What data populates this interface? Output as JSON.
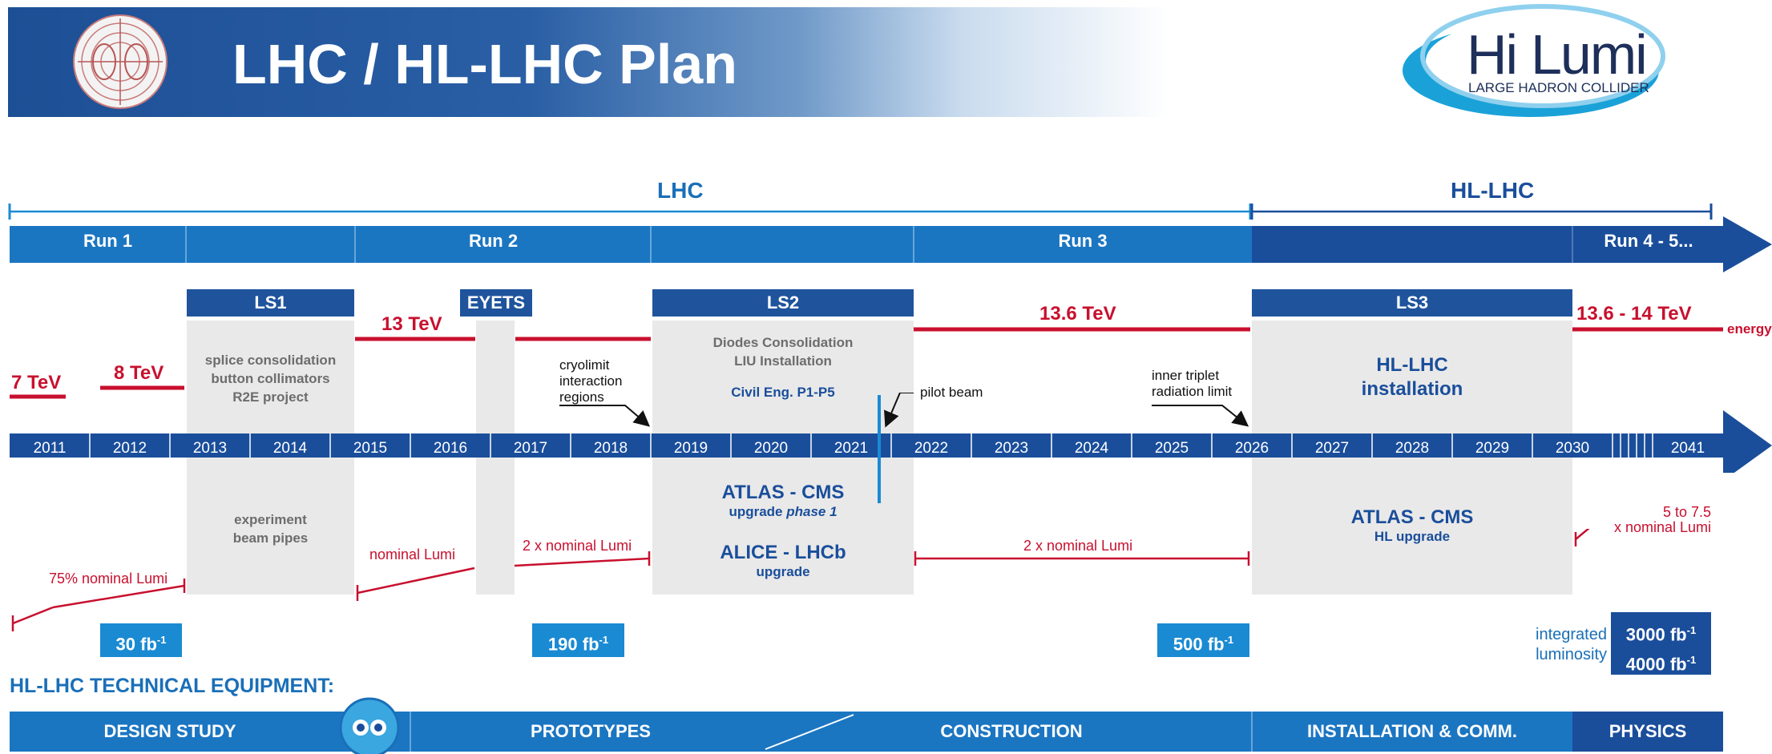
{
  "header": {
    "title": "LHC / HL-LHC Plan",
    "logo_text_top_left": "Hi",
    "logo_text_top_right": "Lumi",
    "logo_subtitle": "LARGE HADRON COLLIDER"
  },
  "phases": {
    "lhc": "LHC",
    "hl_lhc": "HL-LHC"
  },
  "runs": [
    "Run 1",
    "Run 2",
    "Run 3",
    "Run 4 - 5..."
  ],
  "shutdowns": {
    "ls1": "LS1",
    "eyets": "EYETS",
    "ls2": "LS2",
    "ls3": "LS3"
  },
  "years": [
    "2011",
    "2012",
    "2013",
    "2014",
    "2015",
    "2016",
    "2017",
    "2018",
    "2019",
    "2020",
    "2021",
    "2022",
    "2023",
    "2024",
    "2025",
    "2026",
    "2027",
    "2028",
    "2029",
    "2030",
    "2041"
  ],
  "energies": {
    "e1": "7 TeV",
    "e2": "8 TeV",
    "e3": "13 TeV",
    "e4": "13.6 TeV",
    "e5": "13.6 - 14 TeV",
    "label": "energy"
  },
  "ls1_notes": {
    "top": [
      "splice consolidation",
      "button collimators",
      "R2E project"
    ],
    "bottom": [
      "experiment",
      "beam pipes"
    ]
  },
  "ls2_notes": {
    "top": [
      "Diodes Consolidation",
      "LIU Installation"
    ],
    "civil": "Civil Eng. P1-P5",
    "atlas_cms": "ATLAS - CMS",
    "upgrade_phase_prefix": "upgrade ",
    "upgrade_phase_italic": "phase 1",
    "alice_lhcb": "ALICE - LHCb",
    "upgrade": "upgrade"
  },
  "ls3_notes": {
    "install_1": "HL-LHC",
    "install_2": "installation",
    "atlas_cms": "ATLAS - CMS",
    "hl_upgrade": "HL upgrade"
  },
  "annotations": {
    "cryolimit": [
      "cryolimit",
      "interaction",
      "regions"
    ],
    "pilot_beam": "pilot beam",
    "inner_triplet": [
      "inner triplet",
      "radiation limit"
    ]
  },
  "luminosity_notes": {
    "l75": "75% nominal Lumi",
    "nominal": "nominal Lumi",
    "two_x_run2": "2 x nominal Lumi",
    "two_x_run3": "2 x nominal Lumi",
    "five_to_75_a": "5 to 7.5",
    "five_to_75_b": "x nominal Lumi"
  },
  "integrated": {
    "run1_value": "30 fb",
    "run2_value": "190 fb",
    "run3_value": "500 fb",
    "sup": "-1",
    "label_1": "integrated",
    "label_2": "luminosity",
    "hl_1": "3000 fb",
    "hl_2": "4000 fb"
  },
  "equipment": {
    "title": "HL-LHC TECHNICAL EQUIPMENT:",
    "phases": [
      "DESIGN STUDY",
      "PROTOTYPES",
      "CONSTRUCTION",
      "INSTALLATION & COMM.",
      "PHYSICS"
    ]
  },
  "colors": {
    "brand_dark": "#1a4e9b",
    "brand_light": "#1a8ad3",
    "run_bar": "#1b76c2",
    "ls_box": "#1f549d",
    "shade": "#e9e9e9",
    "energy_red": "#c8102e"
  }
}
